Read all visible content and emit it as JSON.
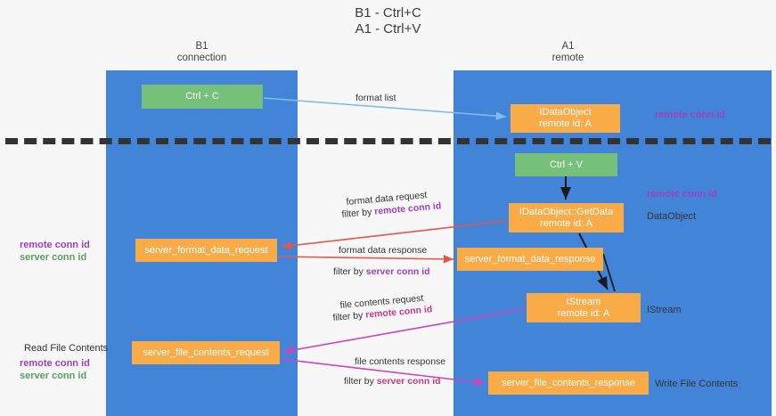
{
  "title": {
    "line1": "B1 - Ctrl+C",
    "line2": "A1 - Ctrl+V"
  },
  "lanes": [
    {
      "id": "b1",
      "name": "B1",
      "role": "connection",
      "color": "#4285d8"
    },
    {
      "id": "a1",
      "name": "A1",
      "role": "remote",
      "color": "#4285d8"
    }
  ],
  "boxes": {
    "ctrl_c": {
      "label": "Ctrl + C",
      "color": "#76c07a"
    },
    "idataobject": {
      "line1": "IDataObject",
      "line2": "remote id: A",
      "color": "#f9ab48"
    },
    "ctrl_v": {
      "label": "Ctrl + V",
      "color": "#76c07a"
    },
    "getdata": {
      "line1": "IDataObject::GetData",
      "line2": "remote id: A",
      "color": "#f9ab48"
    },
    "istream": {
      "line1": "IStream",
      "line2": "remote id: A",
      "color": "#f9ab48"
    },
    "server_format_data_request": {
      "label": "server_format_data_request",
      "color": "#f9ab48"
    },
    "server_format_data_response": {
      "label": "server_format_data_response",
      "color": "#f9ab48"
    },
    "server_file_contents_request": {
      "label": "server_file_contents_request",
      "color": "#f9ab48"
    },
    "server_file_contents_response": {
      "label": "server_file_contents_response",
      "color": "#f9ab48"
    }
  },
  "edges": {
    "format_list": "format list",
    "format_data_request": "format data request",
    "format_data_request_filter_prefix": "filter by ",
    "format_data_request_filter_key": "remote conn id",
    "format_data_response": "format data response",
    "format_data_response_filter_prefix": "filter by ",
    "format_data_response_filter_key": "server conn id",
    "file_contents_request": "file contents request",
    "file_contents_request_filter_prefix": "filter by ",
    "file_contents_request_filter_key": "remote conn id",
    "file_contents_response": "file contents response",
    "file_contents_response_filter_prefix": "filter by ",
    "file_contents_response_filter_key": "server conn id"
  },
  "annotations": {
    "remote_conn_id_top": "remote conn id",
    "remote_conn_id_mid": "remote conn id",
    "dataobject": "DataObject",
    "istream": "IStream",
    "write_file_contents": "Write File Contents",
    "read_file_contents": "Read File Contents",
    "left_remote_conn_id": "remote conn id",
    "left_server_conn_id": "server conn id",
    "left_low_remote_conn_id": "remote conn id",
    "left_low_server_conn_id": "server conn id"
  },
  "colors": {
    "lane": "#4285d8",
    "green_box": "#76c07a",
    "orange_box": "#f9ab48",
    "purple_text": "#a03fbf",
    "green_text": "#5aa05f",
    "pink_text": "#c53a8c",
    "red_arrow": "#e8544a",
    "blue_arrow": "#7fbce8",
    "magenta_arrow": "#cc44bb",
    "background": "#f7f7f7"
  }
}
